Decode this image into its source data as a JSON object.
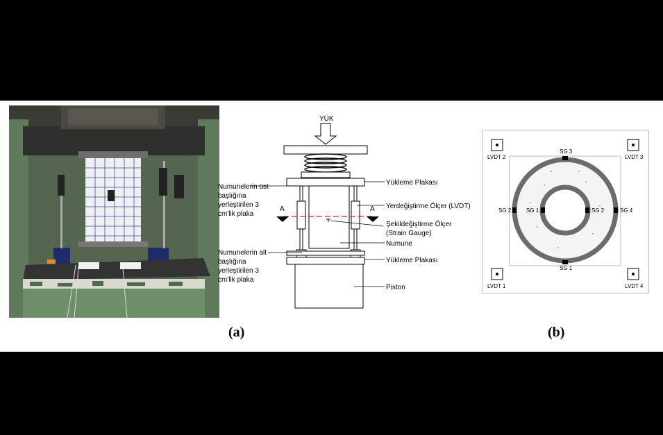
{
  "captions": {
    "a": "(a)",
    "b": "(b)"
  },
  "schematic": {
    "load": "YÜK",
    "top_plate_label_1": "Numunelerin üst",
    "top_plate_label_2": "başlığına",
    "top_plate_label_3": "yerleştirilen 3",
    "top_plate_label_4": "cm'lik plaka",
    "bottom_plate_label_1": "Numunelerin alt",
    "bottom_plate_label_2": "başlığına",
    "bottom_plate_label_3": "yerleştirilen 3",
    "bottom_plate_label_4": "cm'lik plaka",
    "loading_plate_top": "Yükleme Plakası",
    "lvdt": "Yerdeğiştirme Ölçer (LVDT)",
    "strain_gauge_1": "Şekildeğiştirme Ölçer",
    "strain_gauge_2": "(Strain Gauge)",
    "specimen": "Numune",
    "loading_plate_bottom": "Yükleme Plakası",
    "piston": "Piston",
    "section_left": "A",
    "section_right": "A"
  },
  "plan": {
    "lvdt_1": "LVDT 1",
    "lvdt_2": "LVDT 2",
    "lvdt_3": "LVDT 3",
    "lvdt_4": "LVDT 4",
    "sg_1_outer": "SG 1",
    "sg_2_outer": "SG 2",
    "sg_3_outer": "SG 3",
    "sg_4_outer": "SG 4",
    "sg_1_inner": "SG 1",
    "sg_2_inner": "SG 2"
  },
  "colors": {
    "ring": "#6b6b6b",
    "section_line": "#d42020",
    "press": "#2a2a2a",
    "paint_green": "#6f8f6a"
  }
}
